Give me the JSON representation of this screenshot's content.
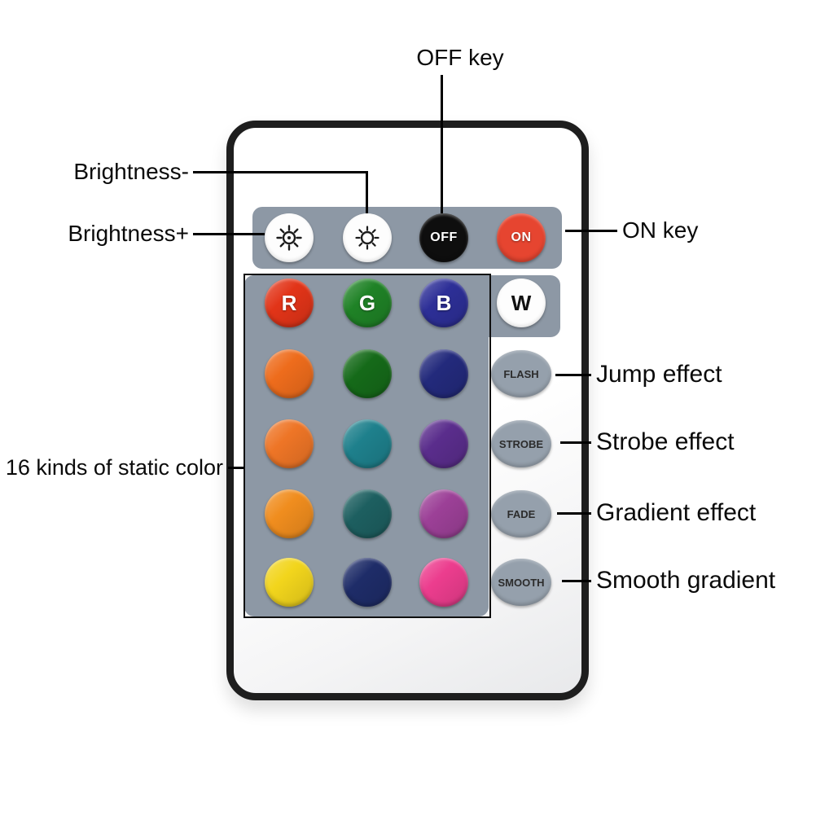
{
  "annotations": {
    "off_key": "OFF key",
    "on_key": "ON key",
    "brightness_minus": "Brightness-",
    "brightness_plus": "Brightness+",
    "static_colors": "16 kinds of static color",
    "jump": "Jump effect",
    "strobe": "Strobe effect",
    "gradient": "Gradient effect",
    "smooth": "Smooth gradient"
  },
  "remote": {
    "power": {
      "off": "OFF",
      "on": "ON"
    },
    "icons": {
      "brightness_plus": "sun-icon",
      "brightness_minus": "sun-icon"
    },
    "rgbw": [
      {
        "label": "R",
        "color": "#e23418"
      },
      {
        "label": "G",
        "color": "#1f8226"
      },
      {
        "label": "B",
        "color": "#2d2f97"
      },
      {
        "label": "W",
        "color": "#fdfdfd"
      }
    ],
    "colors": [
      [
        "#ee6c1c",
        "#156a19",
        "#232a7c"
      ],
      [
        "#ee7526",
        "#1e808c",
        "#5a2d8c"
      ],
      [
        "#f08d1e",
        "#1d5f60",
        "#9c4097"
      ],
      [
        "#f2d51c",
        "#1e2c68",
        "#ec3d8e"
      ]
    ],
    "effects": [
      "FLASH",
      "STROBE",
      "FADE",
      "SMOOTH"
    ]
  },
  "palette": {
    "panel_gray": "#8d98a5",
    "effect_gray": "#95a0ac",
    "on_red": "#e64530",
    "off_black": "#0e0e0e"
  }
}
